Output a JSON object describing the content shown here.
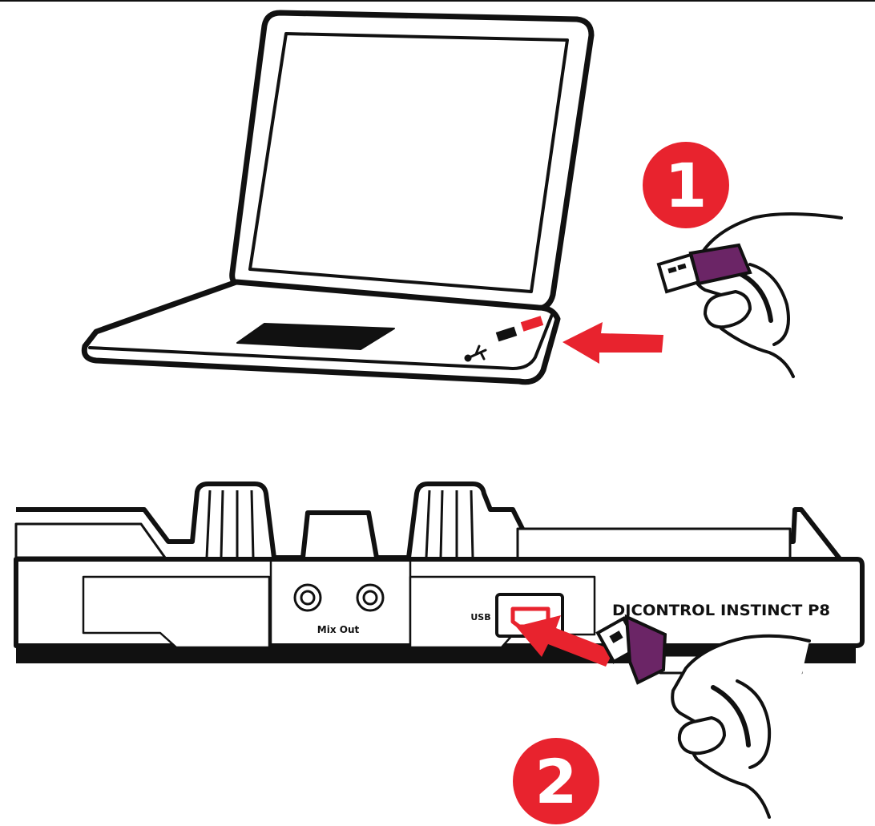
{
  "steps": [
    {
      "number": "1"
    },
    {
      "number": "2"
    }
  ],
  "controller": {
    "mix_out_label": "Mix Out",
    "usb_label": "USB",
    "brand_label": "DJCONTROL INSTINCT P8"
  },
  "colors": {
    "accent_red": "#e8232e",
    "cable_purple": "#6b2566",
    "ink": "#111111",
    "paper": "#ffffff"
  },
  "icons": [
    "laptop-icon",
    "usb-port-icon",
    "usb-symbol-icon",
    "arrow-icon",
    "hand-icon",
    "usb-plug-icon"
  ]
}
